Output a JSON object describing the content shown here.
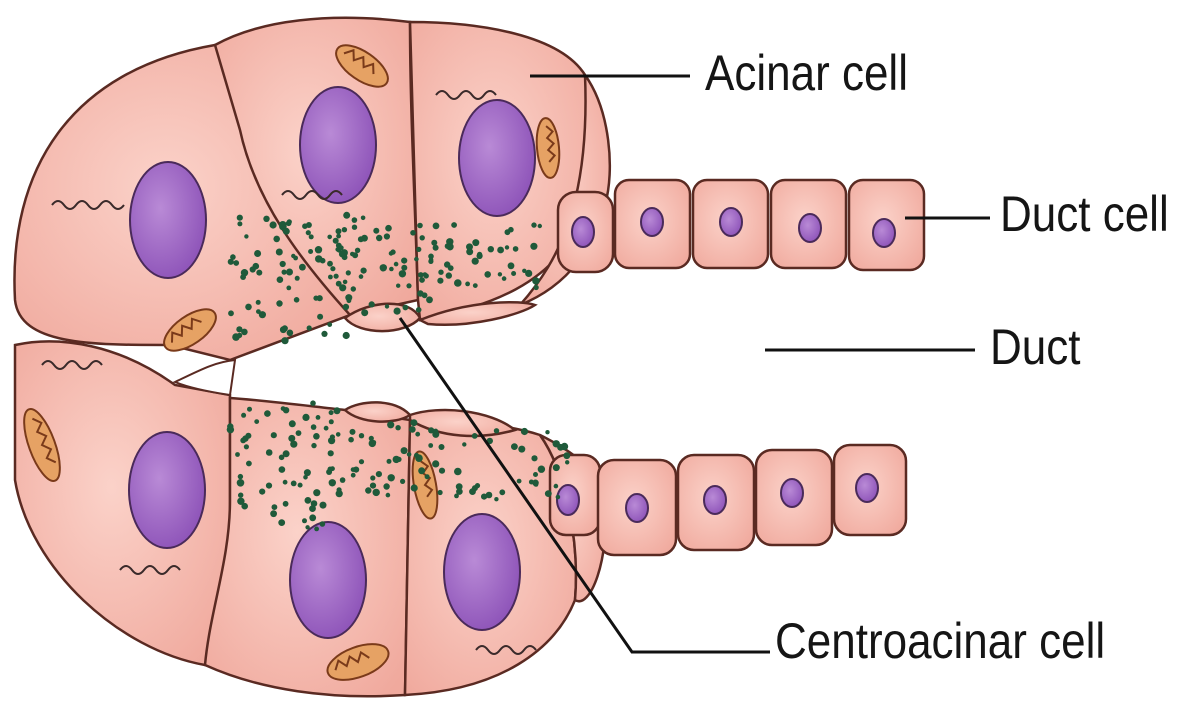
{
  "background_text": [
    "",
    "",
    "",
    "",
    ""
  ],
  "labels": {
    "acinar_cell": "Acinar cell",
    "duct_cell": "Duct cell",
    "duct": "Duct",
    "centroacinar_cell": "Centroacinar cell"
  },
  "colors": {
    "cell_fill": "#f3b1a6",
    "cell_outline": "#5a2a22",
    "nucleus": "#9a5fc0",
    "mitochondria": "#d98b4a",
    "granules": "#1f5a3a",
    "leader_line": "#111111"
  }
}
